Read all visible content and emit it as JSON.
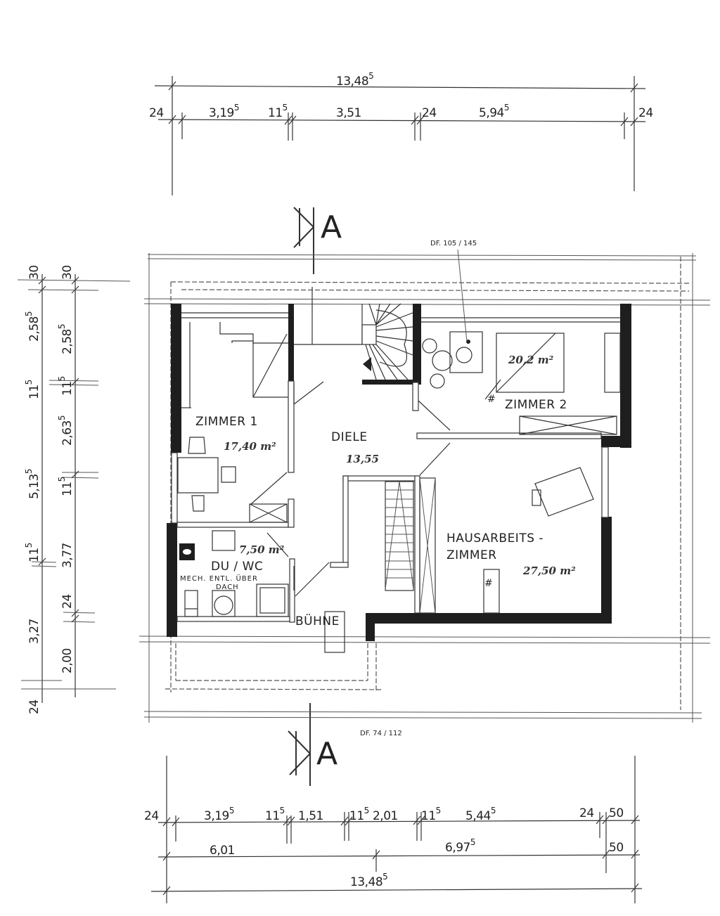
{
  "drawing": {
    "type": "floor plan (Dachgeschoss)",
    "section_marker_top": "A",
    "section_marker_bottom": "A",
    "window_label_top": "DF. 105 / 145",
    "window_label_bottom": "DF. 74 / 112"
  },
  "rooms": [
    {
      "name": "ZIMMER 1",
      "area": "17,40 m²"
    },
    {
      "name": "ZIMMER 2",
      "area": "20,2 m²"
    },
    {
      "name": "DIELE",
      "area": "13,55"
    },
    {
      "name": "DU / WC",
      "area": "7,50 m²",
      "note_line1": "MECH. ENTL. ÜBER",
      "note_line2": "DACH"
    },
    {
      "name_line1": "HAUSARBEITS -",
      "name_line2": "ZIMMER",
      "area": "27,50 m²"
    },
    {
      "name": "BÜHNE"
    }
  ],
  "dims_top": {
    "total": {
      "main": "13,48",
      "sup": "5"
    },
    "row": [
      {
        "main": "24",
        "sup": ""
      },
      {
        "main": "3,19",
        "sup": "5"
      },
      {
        "main": "11",
        "sup": "5"
      },
      {
        "main": "3,51",
        "sup": ""
      },
      {
        "main": "24",
        "sup": ""
      },
      {
        "main": "5,94",
        "sup": "5"
      },
      {
        "main": "24",
        "sup": ""
      }
    ]
  },
  "dims_bottom": {
    "row1": [
      {
        "main": "24",
        "sup": ""
      },
      {
        "main": "3,19",
        "sup": "5"
      },
      {
        "main": "11",
        "sup": "5"
      },
      {
        "main": "1,51",
        "sup": ""
      },
      {
        "main": "11",
        "sup": "5"
      },
      {
        "main": "2,01",
        "sup": ""
      },
      {
        "main": "11",
        "sup": "5"
      },
      {
        "main": "5,44",
        "sup": "5"
      },
      {
        "main": "24",
        "sup": ""
      },
      {
        "main": "50",
        "sup": ""
      }
    ],
    "row2": [
      {
        "main": "6,01",
        "sup": ""
      },
      {
        "main": "6,97",
        "sup": "5"
      },
      {
        "main": "50",
        "sup": ""
      }
    ],
    "total": {
      "main": "13,48",
      "sup": "5"
    }
  },
  "dims_left": {
    "outer": [
      {
        "main": "30",
        "sup": ""
      },
      {
        "main": "2,58",
        "sup": "5"
      },
      {
        "main": "11",
        "sup": "5"
      },
      {
        "main": "5,13",
        "sup": "5"
      },
      {
        "main": "11",
        "sup": "5"
      },
      {
        "main": "3,27",
        "sup": ""
      },
      {
        "main": "24",
        "sup": ""
      }
    ],
    "inner": [
      {
        "main": "30",
        "sup": ""
      },
      {
        "main": "2,58",
        "sup": "5"
      },
      {
        "main": "11",
        "sup": "5"
      },
      {
        "main": "2,63",
        "sup": "5"
      },
      {
        "main": "11",
        "sup": "5"
      },
      {
        "main": "3,77",
        "sup": ""
      },
      {
        "main": "24",
        "sup": ""
      },
      {
        "main": "2,00",
        "sup": ""
      }
    ]
  }
}
